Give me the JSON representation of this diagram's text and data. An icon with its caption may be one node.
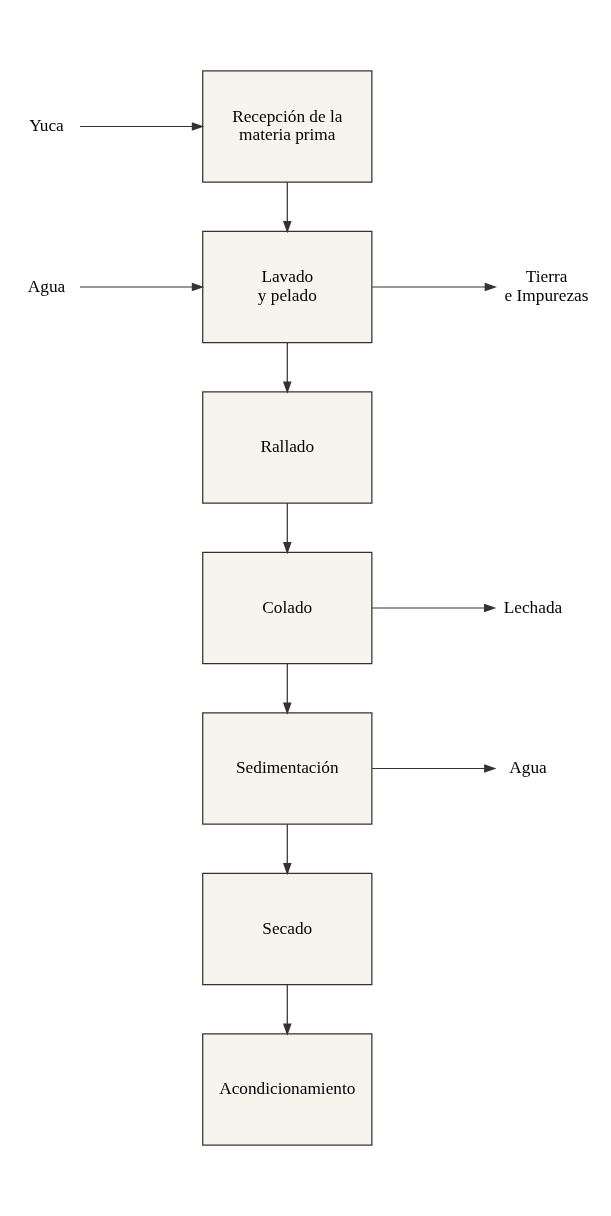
{
  "diagram": {
    "nodes": [
      {
        "text": [
          "Yuca"
        ]
      },
      {
        "text": [
          "Recepción de la materia prima"
        ]
      },
      {
        "text": [
          "Agua"
        ]
      },
      {
        "text": [
          "Lavado y pelado"
        ]
      },
      {
        "text": [
          "Tierra e Impurezas"
        ]
      },
      {
        "text": [
          "Rallado"
        ]
      },
      {
        "text": [
          "Colado"
        ]
      },
      {
        "text": [
          "Lechada"
        ]
      },
      {
        "text": [
          "Sedimentación"
        ]
      },
      {
        "text": [
          "Agua"
        ]
      },
      {
        "text": [
          "Secado"
        ]
      },
      {
        "text": [
          "Acondicionamiento"
        ]
      }
    ],
    "edges": [
      {
        "from": 0,
        "to": 1,
        "arrow": "to"
      },
      {
        "from": 1,
        "to": 3,
        "arrow": "to"
      },
      {
        "from": 2,
        "to": 3,
        "arrow": "to"
      },
      {
        "from": 3,
        "to": 4,
        "arrow": "to"
      },
      {
        "from": 3,
        "to": 5,
        "arrow": "to"
      },
      {
        "from": 5,
        "to": 6,
        "arrow": "to"
      },
      {
        "from": 6,
        "to": 7,
        "arrow": "to"
      },
      {
        "from": 6,
        "to": 8,
        "arrow": "to"
      },
      {
        "from": 8,
        "to": 9,
        "arrow": "to"
      },
      {
        "from": 8,
        "to": 10,
        "arrow": "to"
      },
      {
        "from": 10,
        "to": 11,
        "arrow": "to"
      }
    ]
  }
}
